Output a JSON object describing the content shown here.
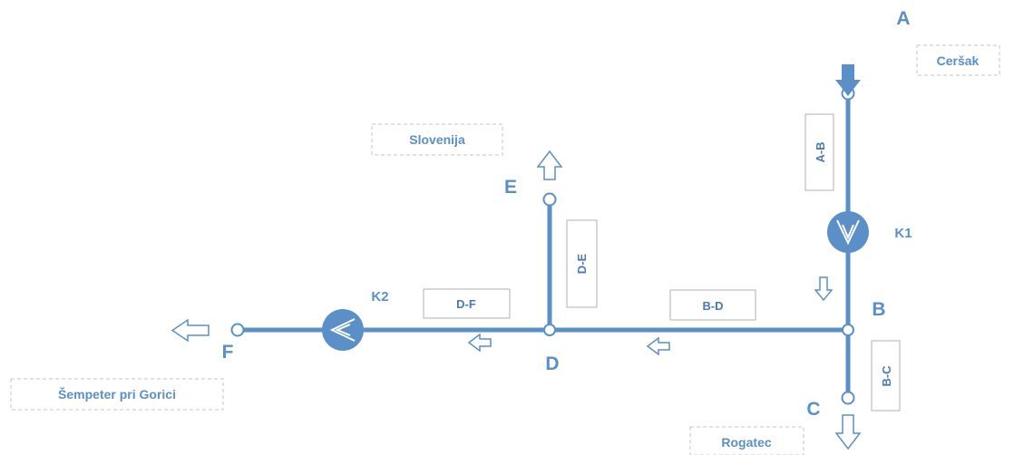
{
  "nodes": {
    "a": "A",
    "b": "B",
    "c": "C",
    "d": "D",
    "e": "E",
    "f": "F"
  },
  "compressors": {
    "k1": "K1",
    "k2": "K2"
  },
  "segments": {
    "ab": "A-B",
    "bc": "B-C",
    "bd": "B-D",
    "de": "D-E",
    "df": "D-F"
  },
  "places": {
    "cersak": "Ceršak",
    "slovenija": "Slovenija",
    "rogatec": "Rogatec",
    "sempeter": "Šempeter pri Gorici"
  },
  "colors": {
    "pipe": "#5b8fc7",
    "label": "#5b8fc7",
    "box_border": "#b0b0b0",
    "place_border": "#c4c4c4"
  }
}
